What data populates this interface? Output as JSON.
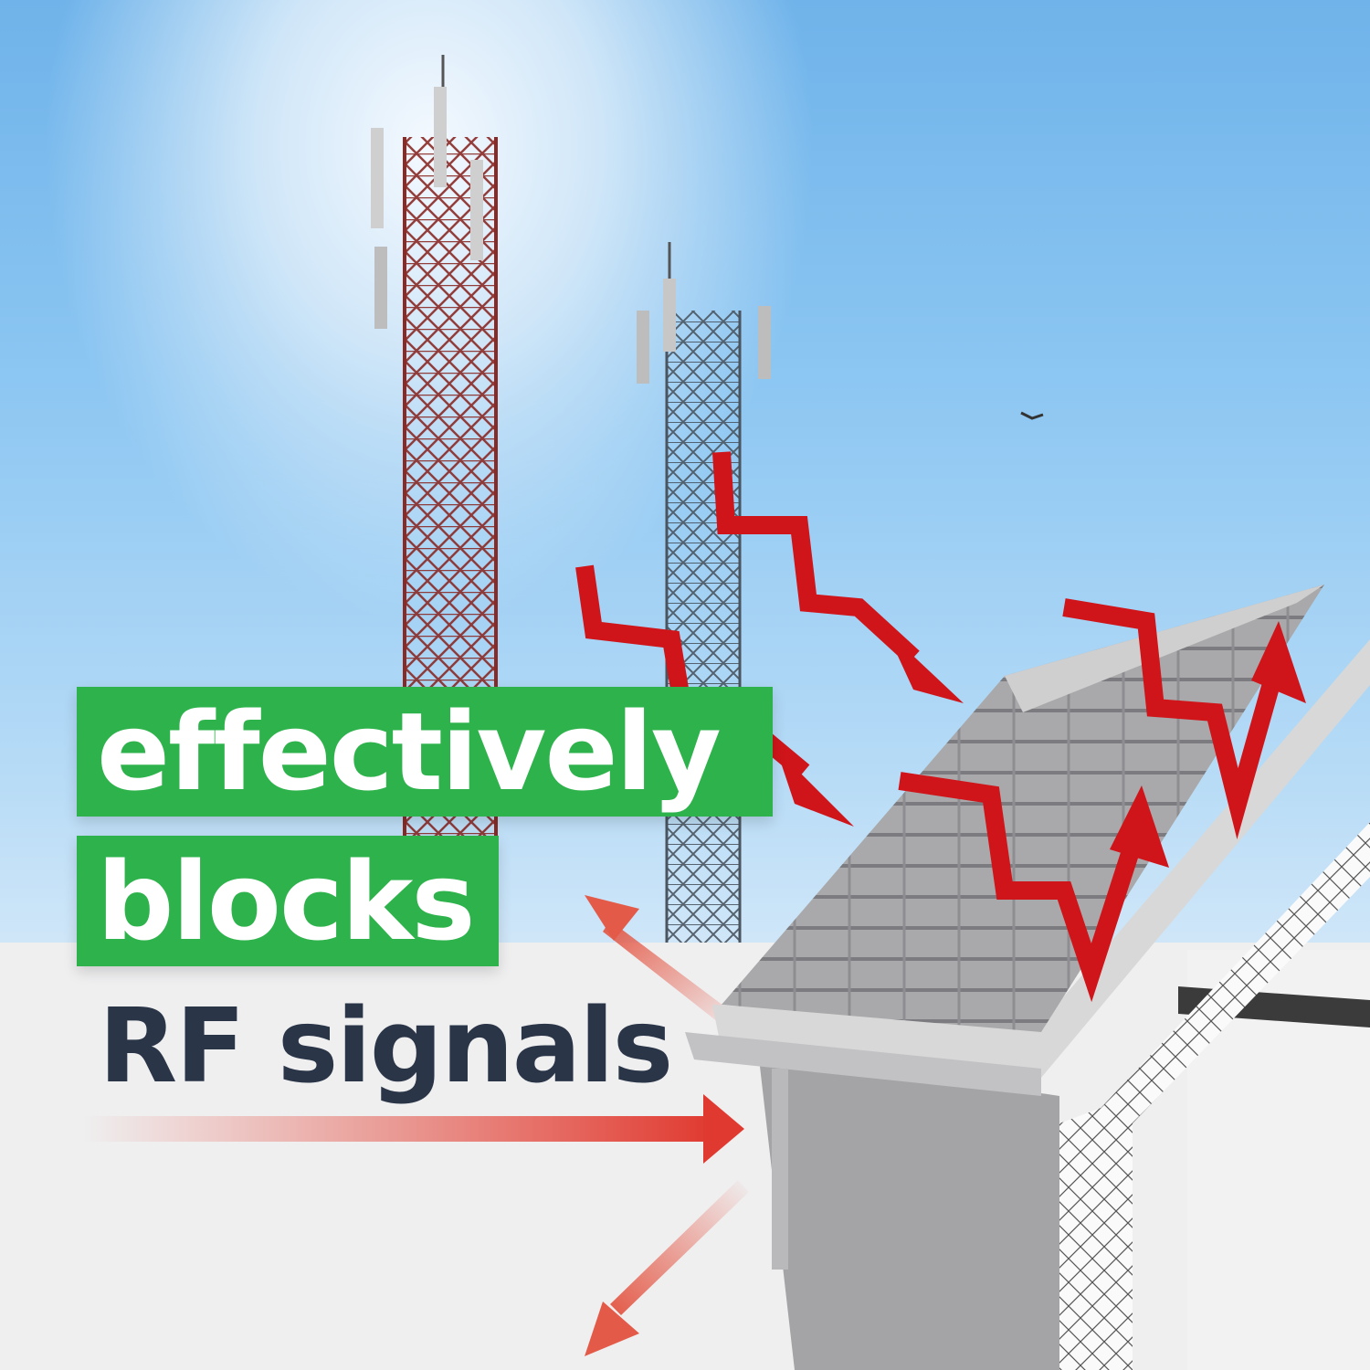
{
  "headline": {
    "line1": "effectively",
    "line2": "blocks",
    "line3": "RF signals"
  },
  "colors": {
    "highlight_green": "#2eb24b",
    "text_dark": "#2a3548",
    "arrow_red": "#d0161b",
    "sky_blue": "#8cc6f2"
  }
}
